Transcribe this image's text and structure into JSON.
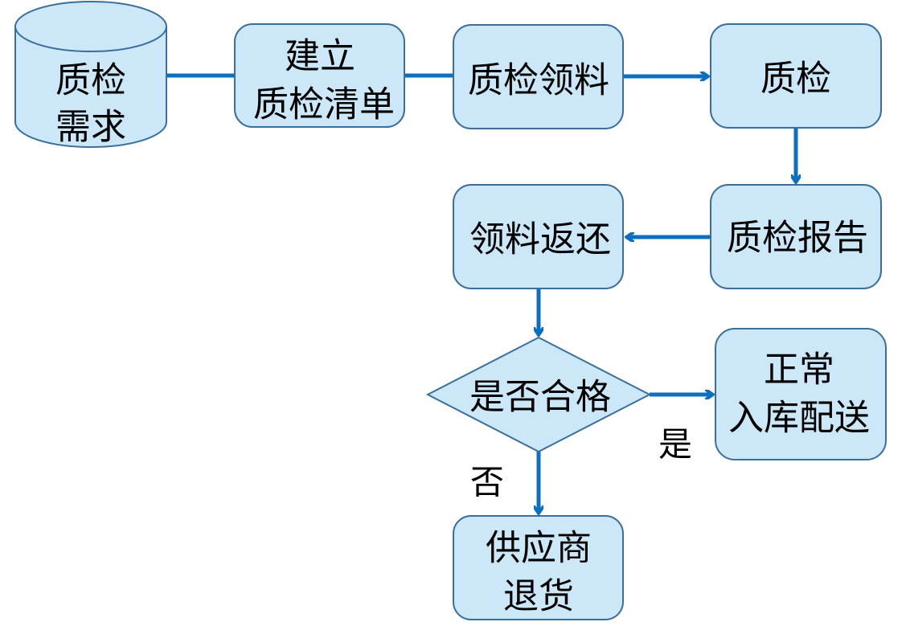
{
  "colors": {
    "fill": "#cce8f8",
    "stroke": "#3a6e9b",
    "connector": "#0e6fbe",
    "text": "#000000"
  },
  "nodes": {
    "demand": {
      "lines": [
        "质检",
        "需求"
      ],
      "shape": "cylinder"
    },
    "create_list": {
      "lines": [
        "建立",
        "质检清单"
      ],
      "shape": "rounded-rect"
    },
    "pick_materials": {
      "lines": [
        "质检领料"
      ],
      "shape": "rounded-rect"
    },
    "inspect": {
      "lines": [
        "质检"
      ],
      "shape": "rounded-rect"
    },
    "report": {
      "lines": [
        "质检报告"
      ],
      "shape": "rounded-rect"
    },
    "return_materials": {
      "lines": [
        "领料返还"
      ],
      "shape": "rounded-rect"
    },
    "decision": {
      "lines": [
        "是否合格"
      ],
      "shape": "diamond"
    },
    "warehouse": {
      "lines": [
        "正常",
        "入库配送"
      ],
      "shape": "rounded-rect"
    },
    "supplier_return": {
      "lines": [
        "供应商",
        "退货"
      ],
      "shape": "rounded-rect"
    }
  },
  "edge_labels": {
    "yes": "是",
    "no": "否"
  }
}
